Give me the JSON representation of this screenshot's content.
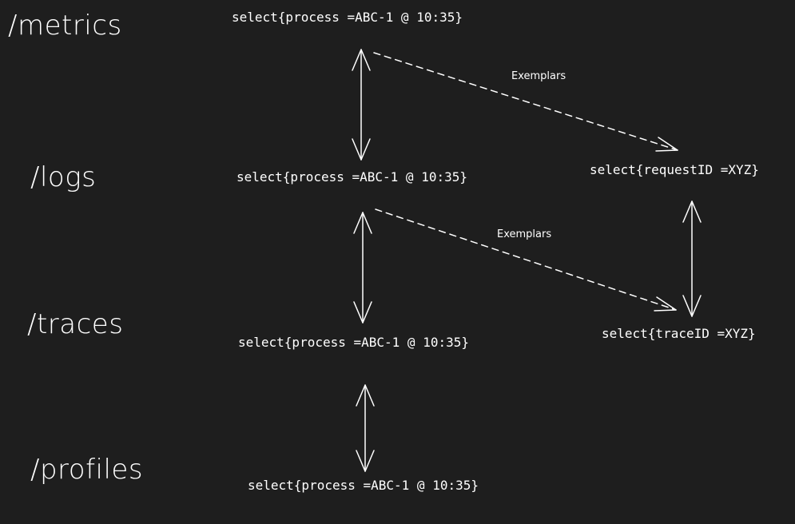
{
  "diagram": {
    "background_color": "#1e1e1e",
    "foreground_color": "#ffffff",
    "signals": [
      {
        "id": "metrics",
        "label": "/metrics",
        "query": "select{process =ABC-1 @ 10:35}"
      },
      {
        "id": "logs",
        "label": "/logs",
        "query": "select{process =ABC-1 @ 10:35}"
      },
      {
        "id": "traces",
        "label": "/traces",
        "query": "select{process =ABC-1 @ 10:35}"
      },
      {
        "id": "profiles",
        "label": "/profiles",
        "query": "select{process =ABC-1 @ 10:35}"
      }
    ],
    "correlated_queries": [
      {
        "id": "request",
        "query": "select{requestID =XYZ}"
      },
      {
        "id": "trace",
        "query": "select{traceID =XYZ}"
      }
    ],
    "edges": [
      {
        "from": "metrics",
        "to": "logs",
        "style": "solid",
        "direction": "both"
      },
      {
        "from": "logs",
        "to": "traces",
        "style": "solid",
        "direction": "both"
      },
      {
        "from": "traces",
        "to": "profiles",
        "style": "solid",
        "direction": "both"
      },
      {
        "from": "request",
        "to": "trace",
        "style": "solid",
        "direction": "both"
      },
      {
        "from": "metrics",
        "to": "request",
        "style": "dashed",
        "direction": "forward",
        "label": "Exemplars"
      },
      {
        "from": "logs",
        "to": "trace",
        "style": "dashed",
        "direction": "forward",
        "label": "Exemplars"
      }
    ]
  }
}
